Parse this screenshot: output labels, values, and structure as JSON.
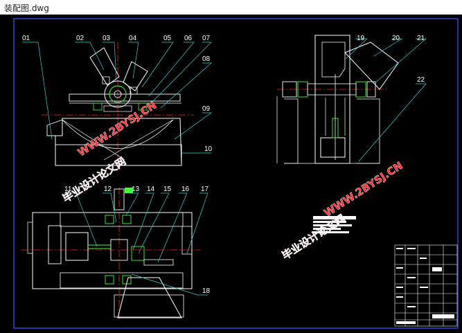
{
  "window": {
    "title": "装配图.dwg"
  },
  "drawing": {
    "part_labels": [
      "01",
      "02",
      "03",
      "04",
      "05",
      "06",
      "07",
      "08",
      "09",
      "10",
      "11",
      "12",
      "13",
      "14",
      "15",
      "16",
      "17",
      "18",
      "19",
      "20",
      "21",
      "22"
    ],
    "watermark_url": "WWW.2BYSJ.CN",
    "watermark_cn": "毕业设计论文网",
    "colors": {
      "background": "#000000",
      "line_blue": "#2f5dff",
      "line_cyan": "#2fd6d6",
      "line_white": "#ffffff",
      "line_green": "#3cff3c",
      "line_red": "#ff2020",
      "watermark": "#ff2d2d"
    }
  }
}
